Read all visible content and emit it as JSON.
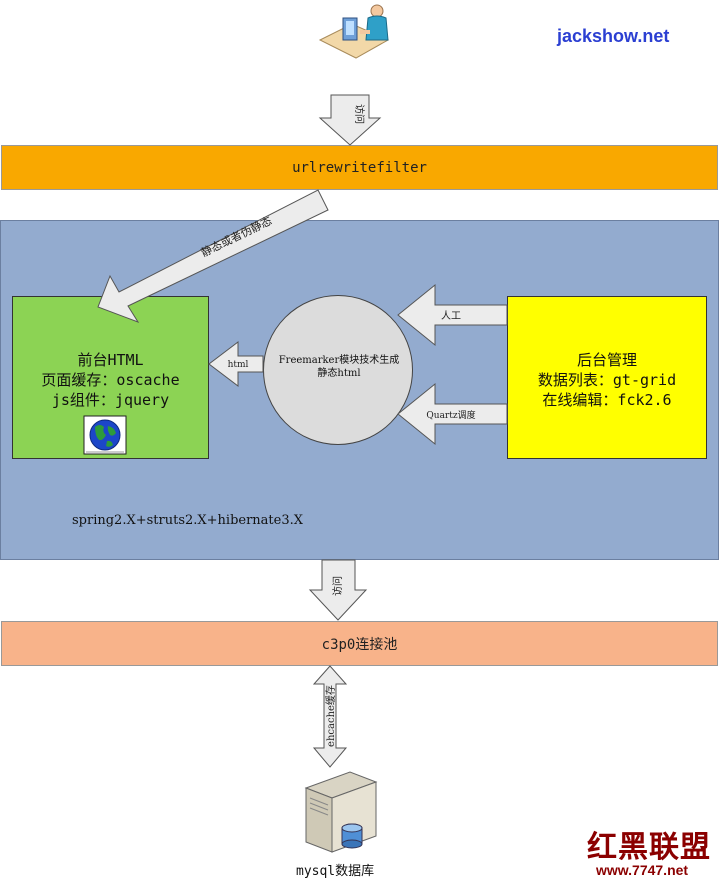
{
  "logo_text": "jackshow.net",
  "top_arrow_label": "访问",
  "urlrewrite_label": "urlrewritefilter",
  "static_arrow_label": "静态或者伪静态",
  "front": {
    "title": "前台HTML",
    "line1": "页面缓存：oscache",
    "line2": "js组件：jquery",
    "icon": "globe-icon"
  },
  "circle": {
    "line1": "Freemarker模块技术生成",
    "line2": "静态html"
  },
  "html_arrow_label": "html",
  "back": {
    "title": "后台管理",
    "line1": "数据列表：gt-grid",
    "line2": "在线编辑：fck2.6"
  },
  "manual_arrow_label": "人工",
  "quartz_arrow_label": "Quartz调度",
  "framework_label": "spring2.X+struts2.X+hibernate3.X",
  "mid_arrow_label": "访问",
  "c3p0_label": "c3p0连接池",
  "ehcache_label": "ehcache缓存",
  "db_label": "mysql数据库",
  "watermark": {
    "cn": "红黑联盟",
    "url": "www.7747.net"
  },
  "colors": {
    "urlrewrite_band": "#f9a800",
    "main_panel": "#93abcf",
    "front_box": "#8cd354",
    "back_box": "#ffff00",
    "circle": "#dcdcdc",
    "c3p0_band": "#f8b38a",
    "arrow_fill": "#ececec",
    "logo": "#2b3fd2",
    "watermark": "#8b0000"
  }
}
